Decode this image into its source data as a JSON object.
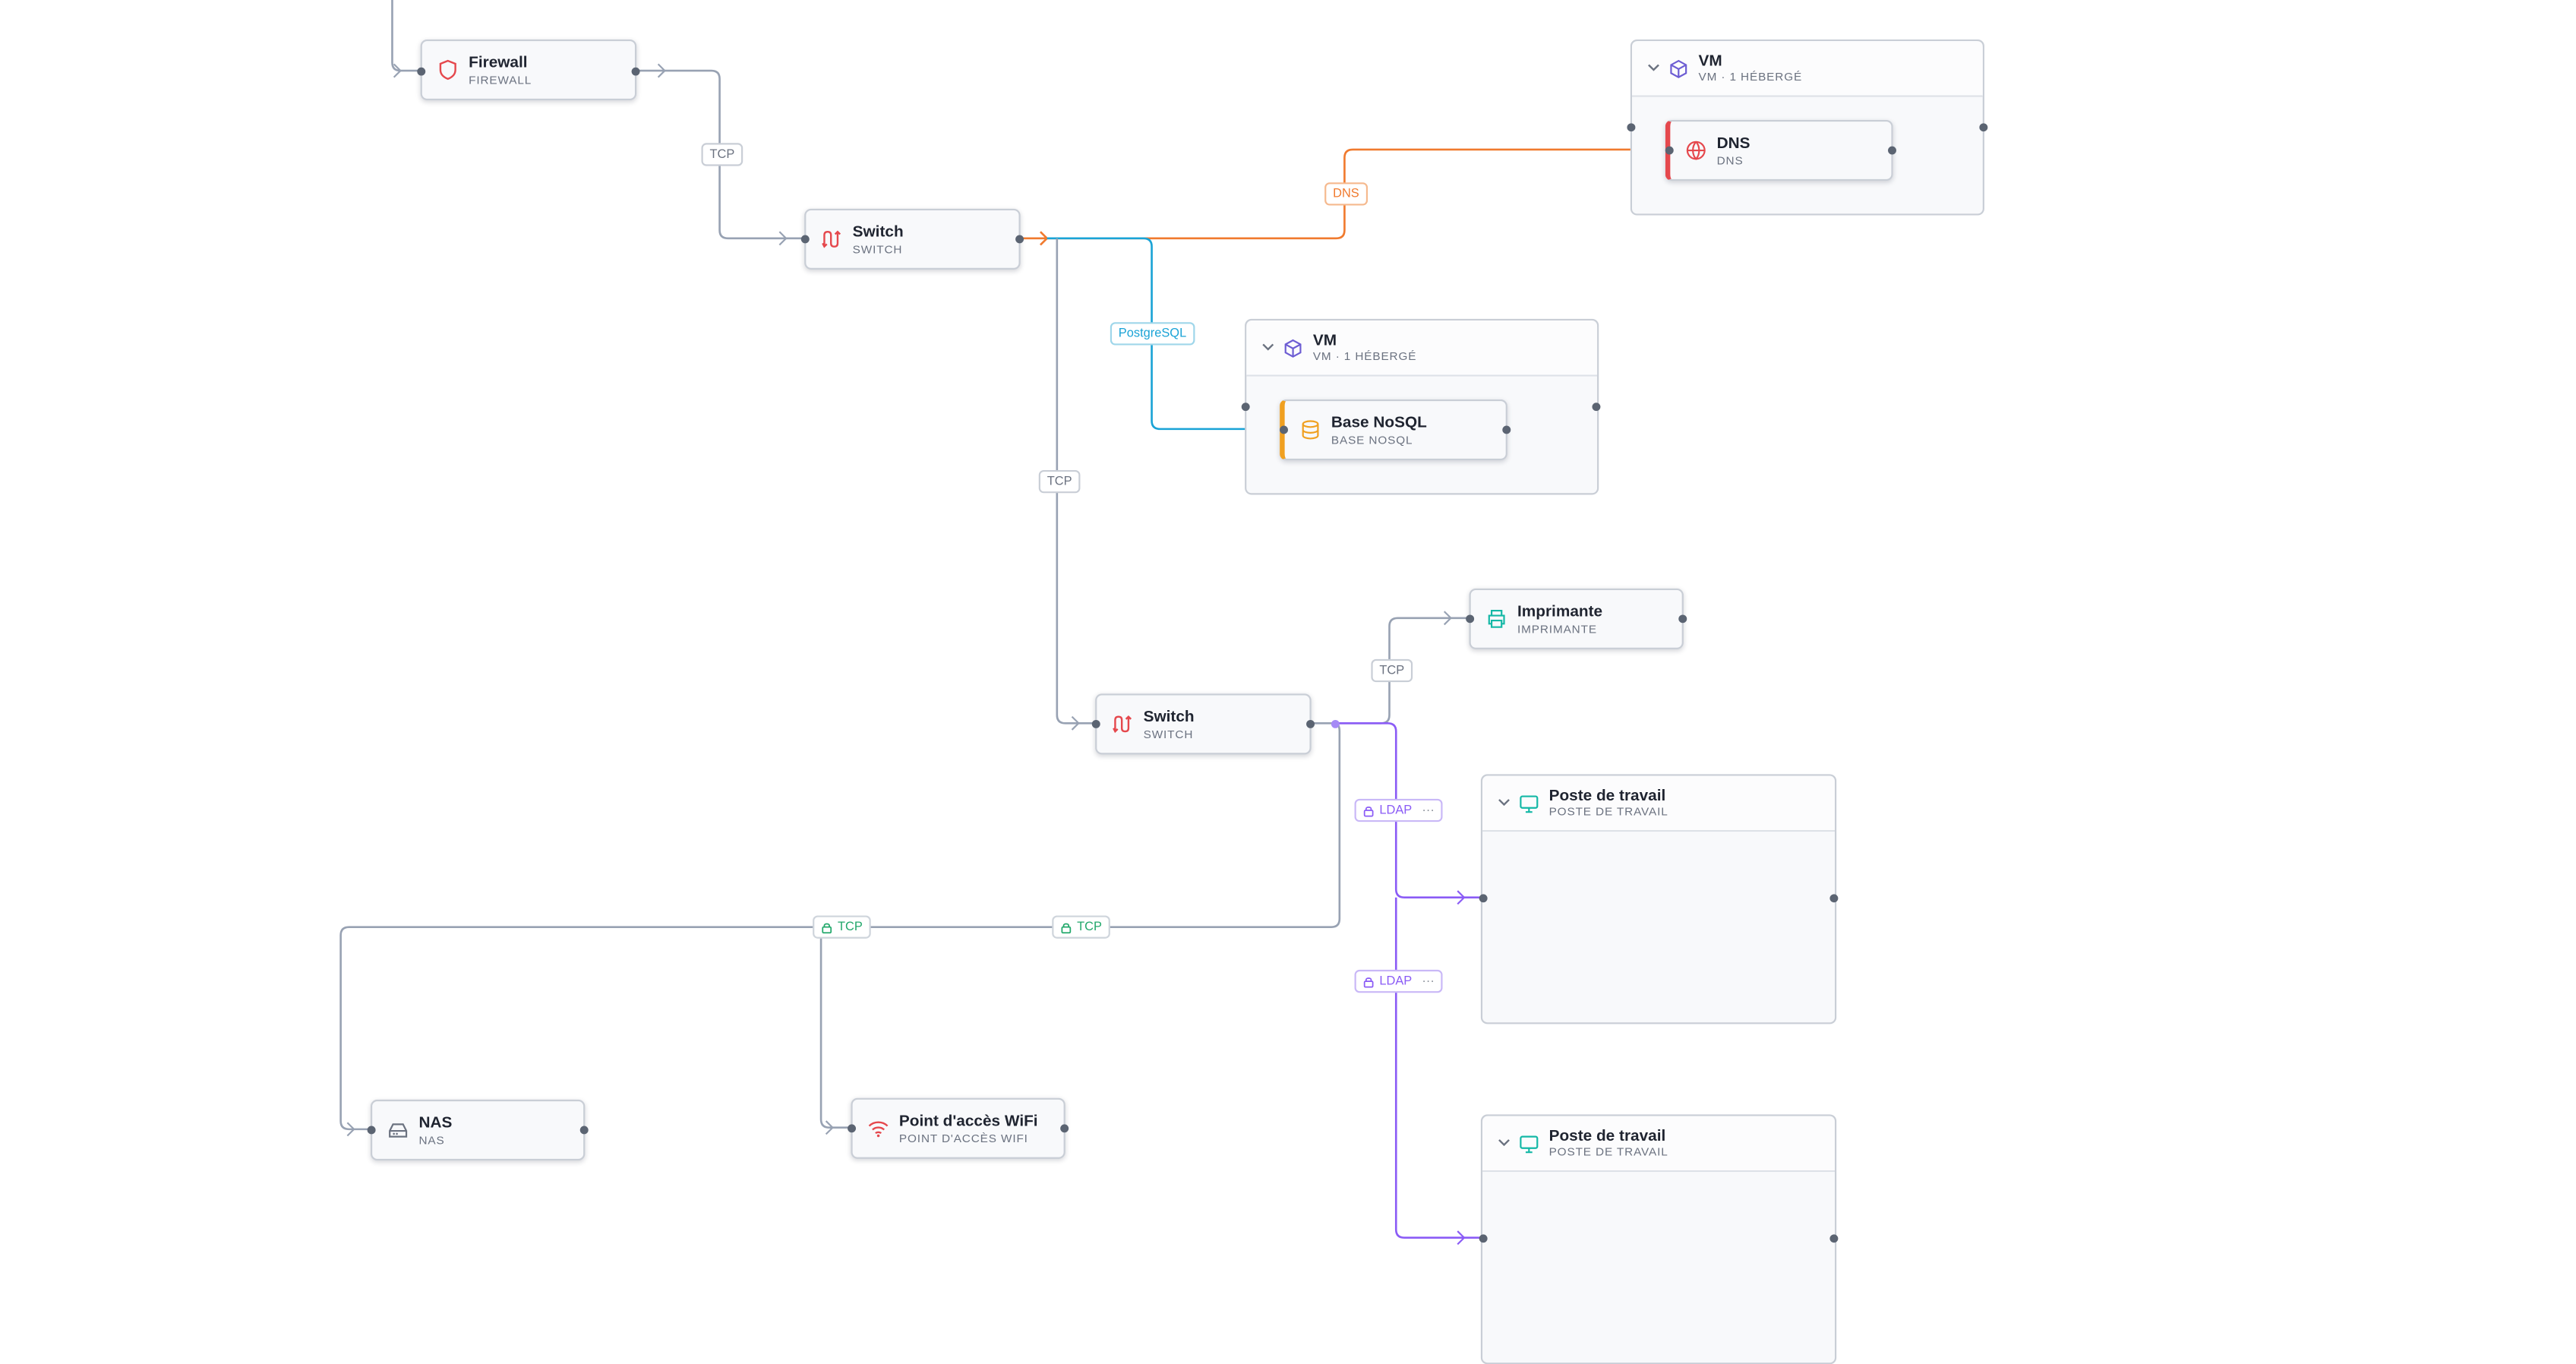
{
  "nodes": {
    "firewall": {
      "title": "Firewall",
      "subtitle": "FIREWALL",
      "icon": "shield-icon"
    },
    "switch1": {
      "title": "Switch",
      "subtitle": "SWITCH",
      "icon": "switch-icon"
    },
    "switch2": {
      "title": "Switch",
      "subtitle": "SWITCH",
      "icon": "switch-icon"
    },
    "dns": {
      "title": "DNS",
      "subtitle": "DNS",
      "icon": "globe-icon"
    },
    "nosql": {
      "title": "Base NoSQL",
      "subtitle": "BASE NOSQL",
      "icon": "database-icon"
    },
    "printer": {
      "title": "Imprimante",
      "subtitle": "IMPRIMANTE",
      "icon": "printer-icon"
    },
    "nas": {
      "title": "NAS",
      "subtitle": "NAS",
      "icon": "hard-drive-icon"
    },
    "wifi": {
      "title": "Point d'accès WiFi",
      "subtitle": "POINT D'ACCÈS WIFI",
      "icon": "wifi-icon"
    }
  },
  "groups": {
    "vm1": {
      "title": "VM",
      "subtitle": "VM · 1 HÉBERGÉ",
      "icon": "cube-icon"
    },
    "vm2": {
      "title": "VM",
      "subtitle": "VM · 1 HÉBERGÉ",
      "icon": "cube-icon"
    },
    "workstation1": {
      "title": "Poste de travail",
      "subtitle": "POSTE DE TRAVAIL",
      "icon": "monitor-icon"
    },
    "workstation2": {
      "title": "Poste de travail",
      "subtitle": "POSTE DE TRAVAIL",
      "icon": "monitor-icon"
    }
  },
  "edges": {
    "fw_sw1": {
      "label": "TCP"
    },
    "sw1_dns": {
      "label": "DNS"
    },
    "sw1_nosql": {
      "label": "PostgreSQL"
    },
    "sw1_sw2": {
      "label": "TCP"
    },
    "sw2_printer": {
      "label": "TCP"
    },
    "sw2_ws1": {
      "label": "LDAP",
      "more": "···"
    },
    "sw2_ws2": {
      "label": "LDAP",
      "more": "···"
    },
    "sw2_nas": {
      "label": "TCP"
    },
    "sw2_wifi": {
      "label": "TCP"
    }
  },
  "colors": {
    "edge_default": "#98a2b3",
    "edge_dns": "#f07a2e",
    "edge_postgres": "#1aa3d6",
    "edge_ldap": "#8b5cf6",
    "secure_label": "#22a86b",
    "red_icon": "#e5484d",
    "amber_icon": "#f0a020",
    "teal_icon": "#14b8a6",
    "purple_icon": "#6d5dd3"
  }
}
